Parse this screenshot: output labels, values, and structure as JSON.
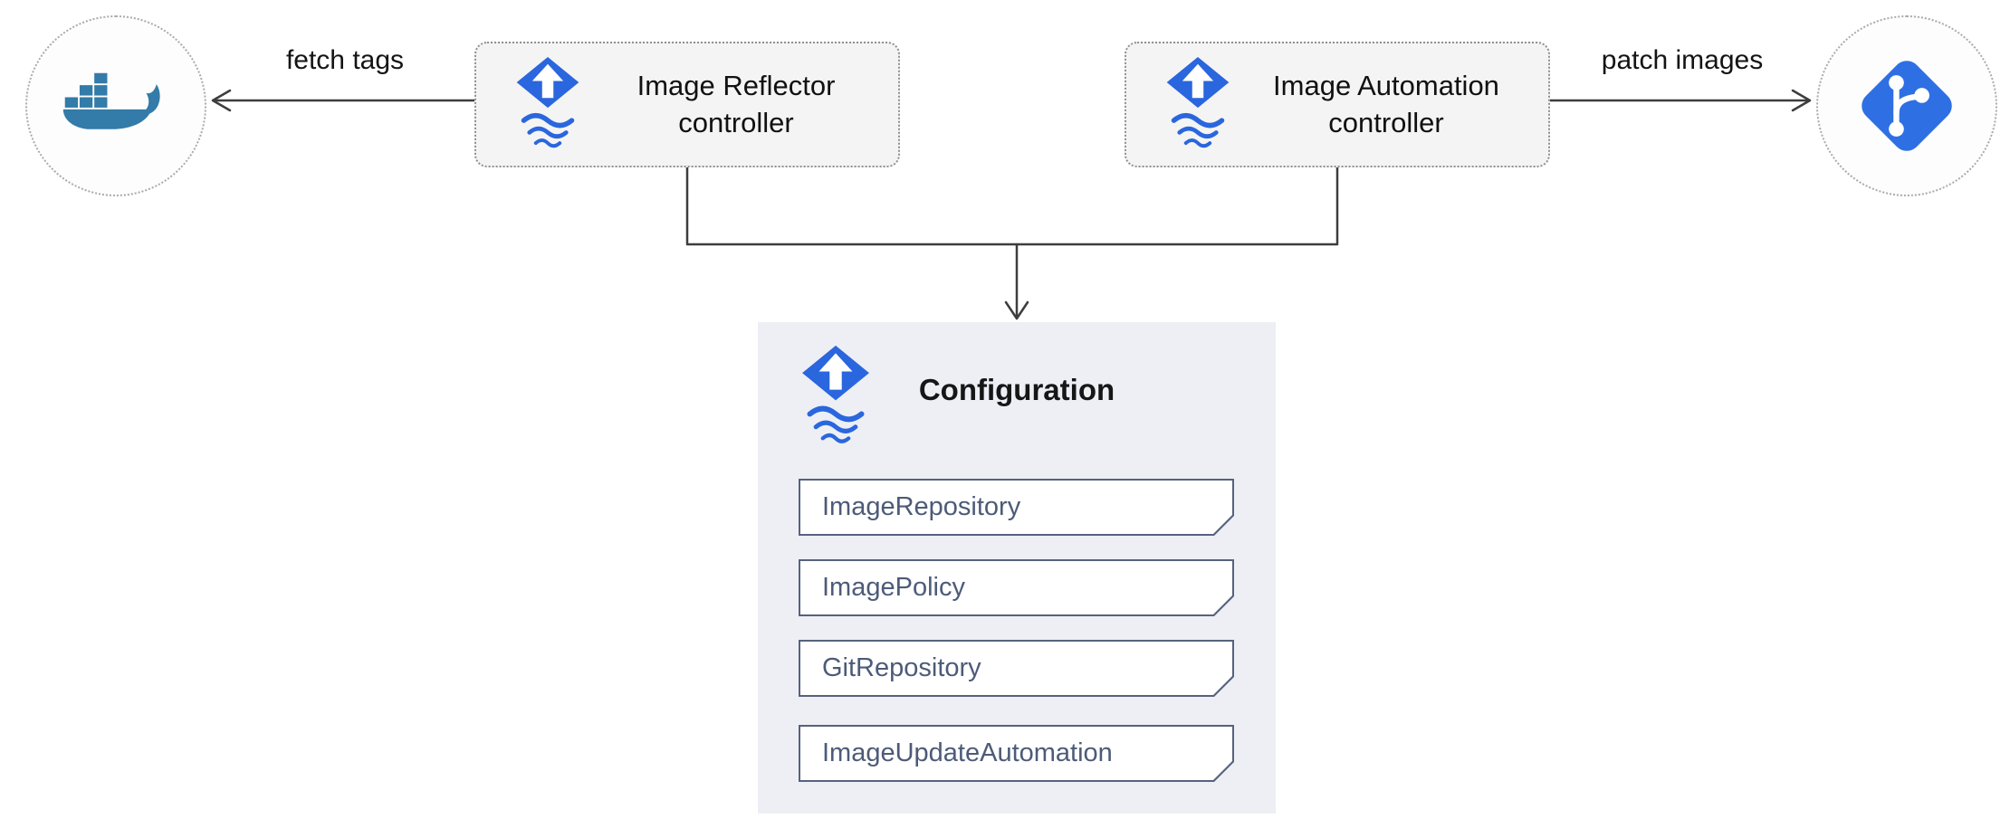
{
  "diagram": {
    "edges": {
      "fetch_tags_label": "fetch tags",
      "patch_images_label": "patch images"
    },
    "nodes": {
      "docker": {
        "icon": "docker-whale-icon"
      },
      "git": {
        "icon": "git-branch-icon"
      },
      "image_reflector": {
        "label": "Image Reflector controller",
        "icon": "flux-icon"
      },
      "image_automation": {
        "label": "Image Automation controller",
        "icon": "flux-icon"
      }
    },
    "configuration": {
      "title": "Configuration",
      "icon": "flux-icon",
      "items": [
        "ImageRepository",
        "ImagePolicy",
        "GitRepository",
        "ImageUpdateAutomation"
      ]
    },
    "colors": {
      "flux_blue": "#2a66dd",
      "docker_blue": "#337ba8",
      "git_blue": "#2f6fe4",
      "config_panel_bg": "#edeff5",
      "item_border": "#56627d",
      "item_text": "#4d5b78",
      "connector": "#3d3d3d"
    }
  }
}
